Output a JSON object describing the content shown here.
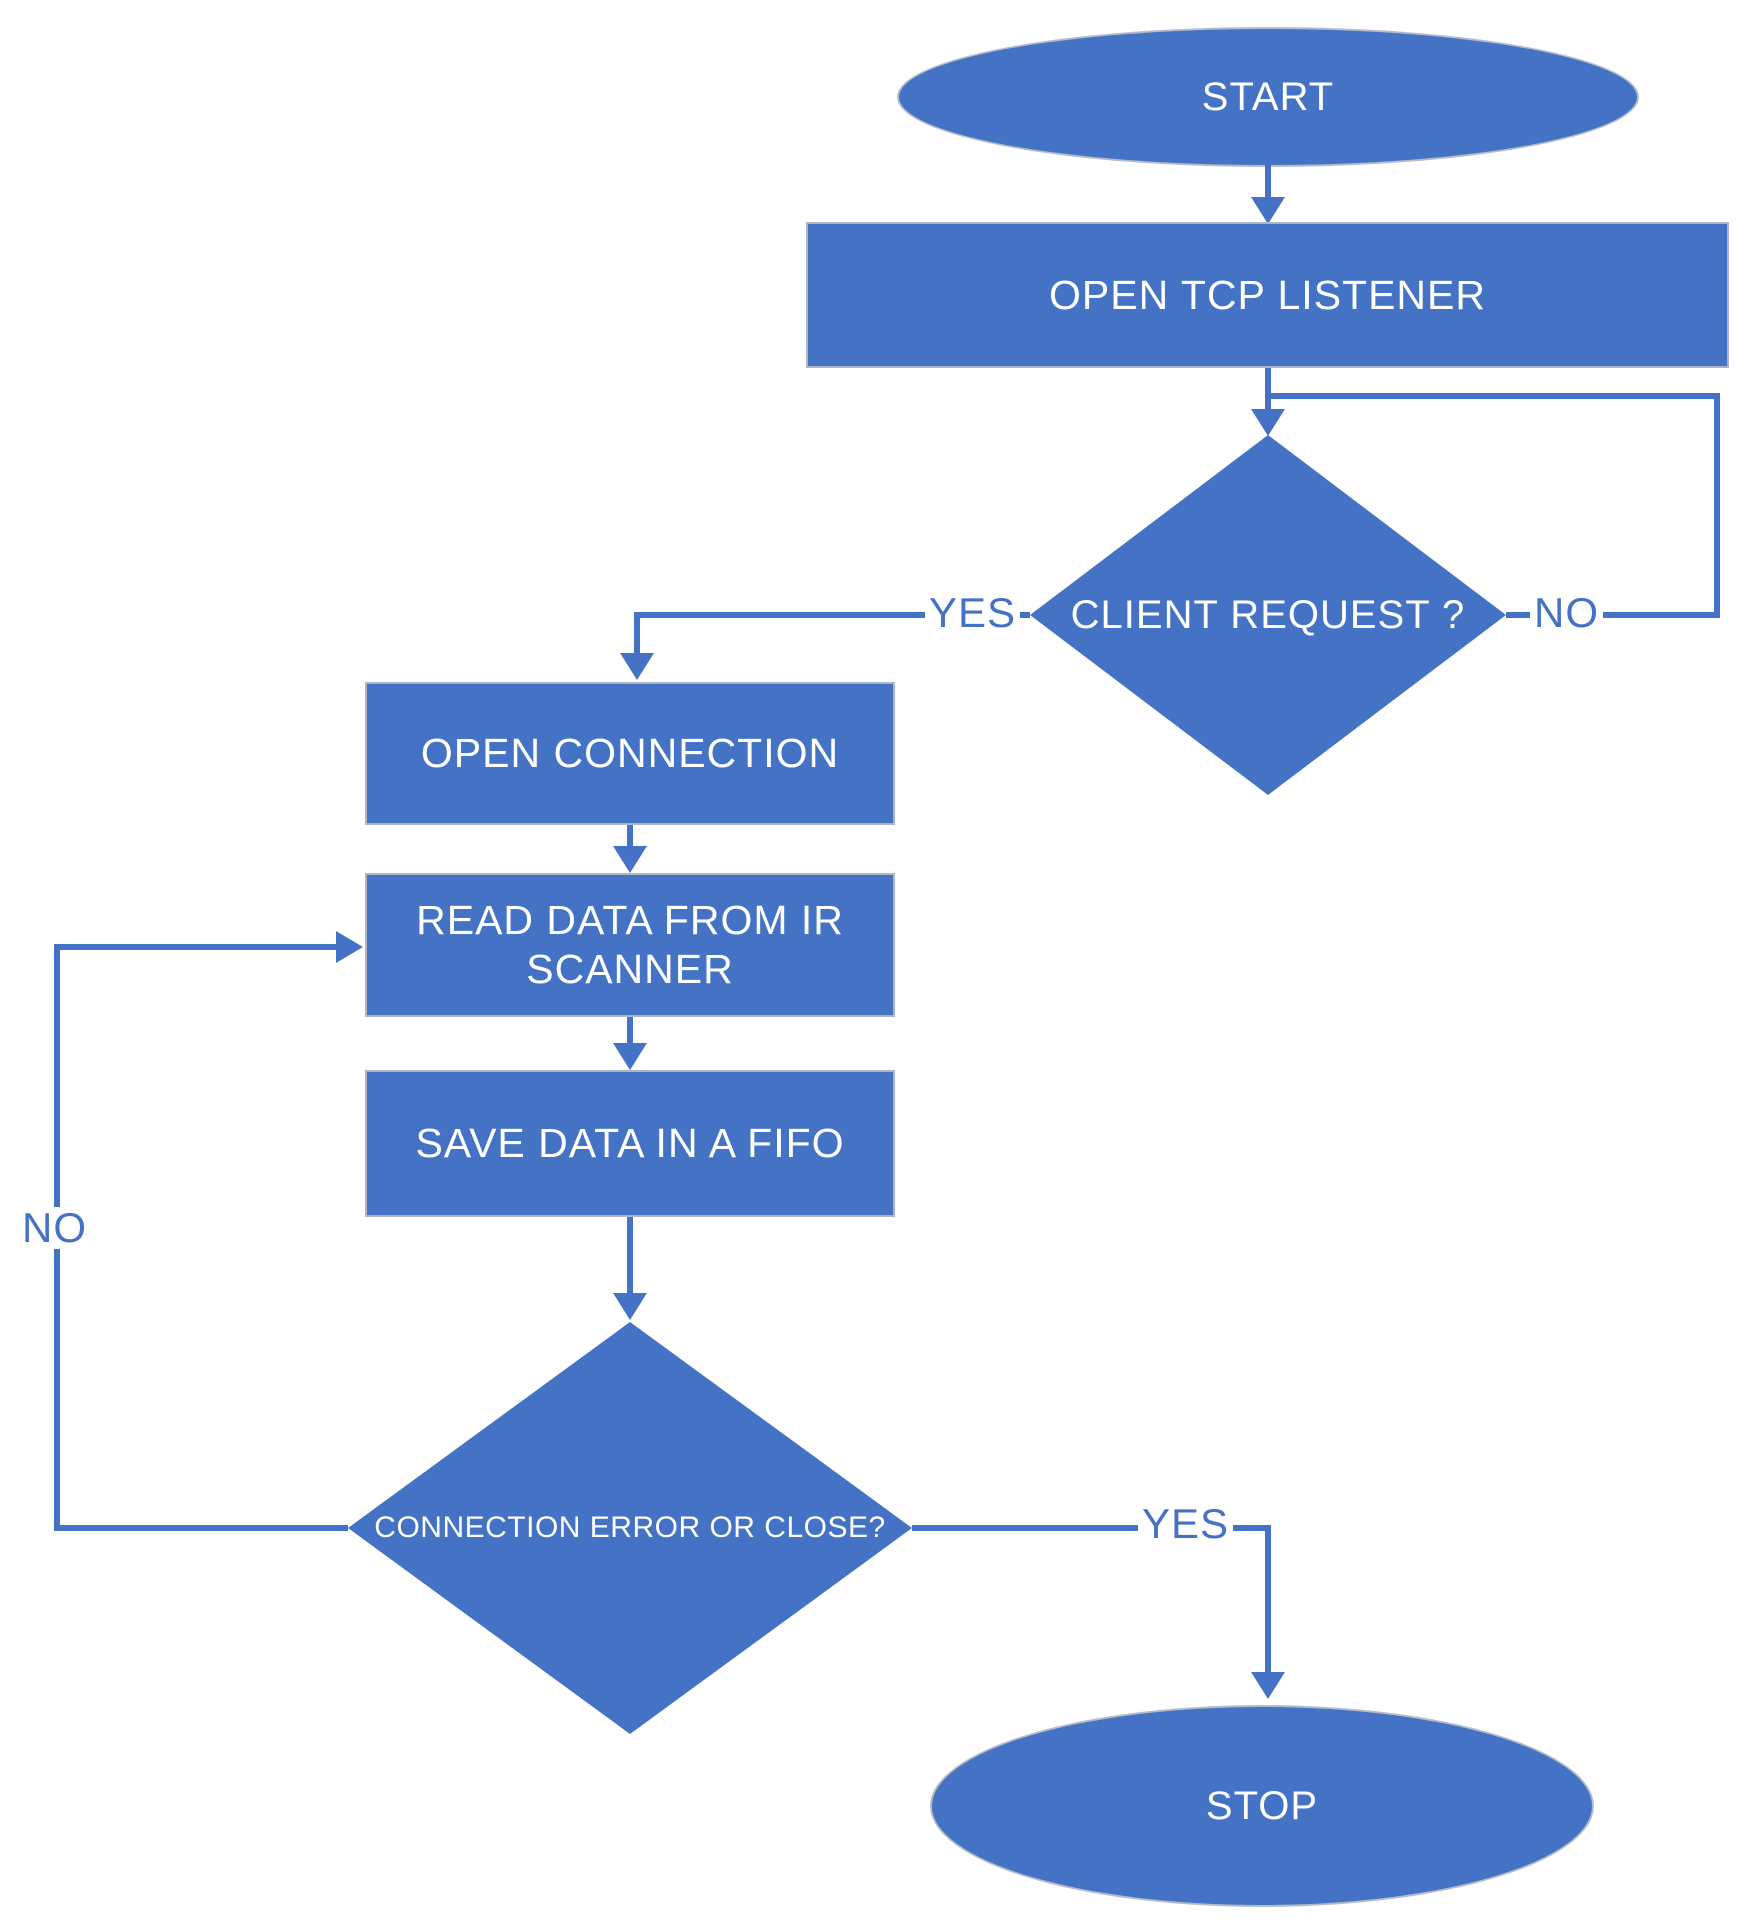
{
  "diagram": {
    "title": "TCP listener / IR scanner data flowchart",
    "type": "flowchart",
    "colors": {
      "shape_fill": "#4472C4",
      "connector": "#4472C4",
      "shape_text": "#FFFFFF",
      "edge_label_text": "#4472C4",
      "background": "#FFFFFF"
    }
  },
  "nodes": {
    "start": {
      "type": "terminator",
      "label": "START"
    },
    "open_tcp_listener": {
      "type": "process",
      "label": "OPEN TCP LISTENER"
    },
    "client_request": {
      "type": "decision",
      "label": "CLIENT REQUEST ?"
    },
    "open_connection": {
      "type": "process",
      "label": "OPEN CONNECTION"
    },
    "read_data": {
      "type": "process",
      "label": "READ DATA FROM IR SCANNER"
    },
    "save_data": {
      "type": "process",
      "label": "SAVE DATA IN A FIFO"
    },
    "connection_error": {
      "type": "decision",
      "label": "CONNECTION ERROR OR CLOSE?"
    },
    "stop": {
      "type": "terminator",
      "label": "STOP"
    }
  },
  "edges": [
    {
      "from": "start",
      "to": "open_tcp_listener",
      "label": ""
    },
    {
      "from": "open_tcp_listener",
      "to": "client_request",
      "label": ""
    },
    {
      "from": "client_request",
      "to": "open_connection",
      "label": "YES"
    },
    {
      "from": "client_request",
      "to": "client_request",
      "label": "NO"
    },
    {
      "from": "open_connection",
      "to": "read_data",
      "label": ""
    },
    {
      "from": "read_data",
      "to": "save_data",
      "label": ""
    },
    {
      "from": "save_data",
      "to": "connection_error",
      "label": ""
    },
    {
      "from": "connection_error",
      "to": "read_data",
      "label": "NO"
    },
    {
      "from": "connection_error",
      "to": "stop",
      "label": "YES"
    }
  ]
}
